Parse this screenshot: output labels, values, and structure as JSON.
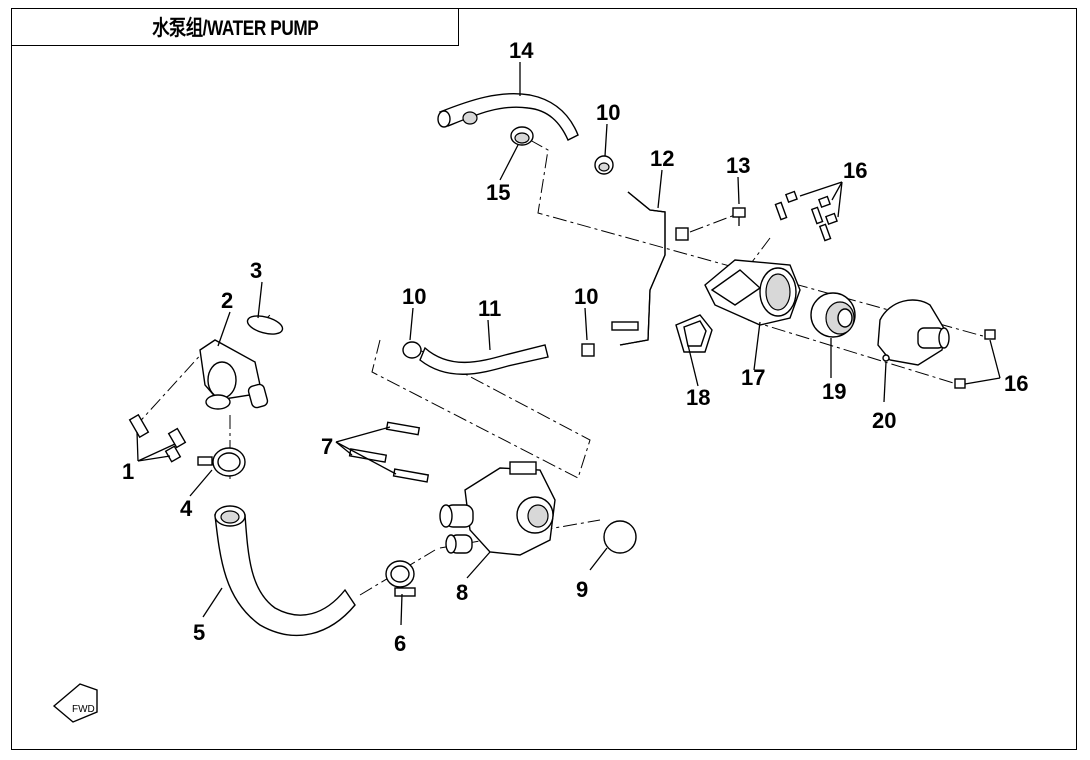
{
  "title": "水泵组/WATER PUMP",
  "callouts": {
    "c1": "1",
    "c2": "2",
    "c3": "3",
    "c4": "4",
    "c5": "5",
    "c6": "6",
    "c7": "7",
    "c8": "8",
    "c9": "9",
    "c10a": "10",
    "c10b": "10",
    "c10c": "10",
    "c11": "11",
    "c12": "12",
    "c13": "13",
    "c14": "14",
    "c15": "15",
    "c16a": "16",
    "c16b": "16",
    "c17": "17",
    "c18": "18",
    "c19": "19",
    "c20": "20"
  },
  "fwd_icon": "FWD",
  "icons": [
    "fwd-arrow-icon"
  ]
}
